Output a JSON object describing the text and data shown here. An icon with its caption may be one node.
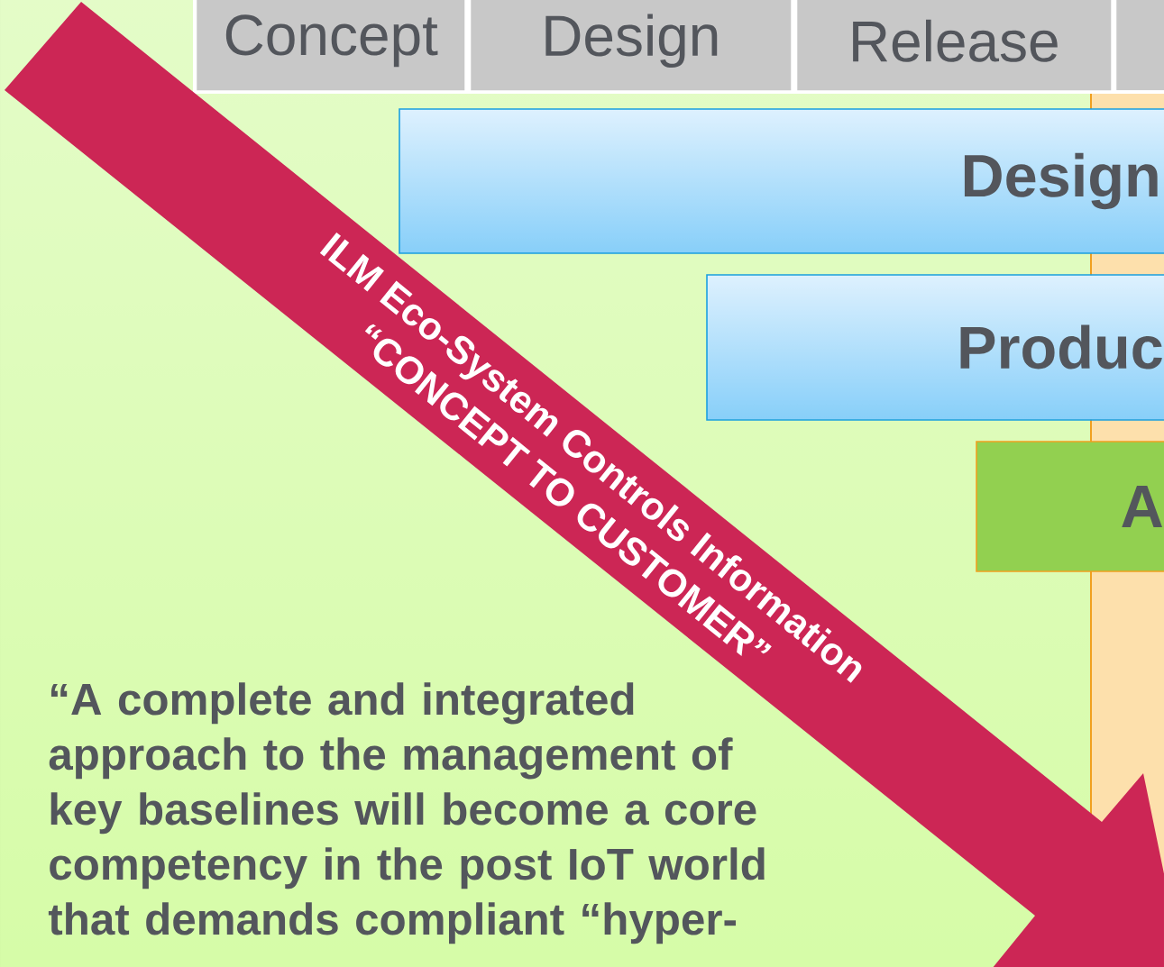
{
  "diagram": {
    "nodes": [
      {
        "text": [
          "Concept"
        ]
      },
      {
        "text": [
          "Design"
        ]
      },
      {
        "text": [
          "Release"
        ]
      },
      {
        "text": [],
        "shape": "box"
      },
      {
        "text": [
          "Design"
        ]
      },
      {
        "text": [
          "Produc"
        ]
      },
      {
        "text": [
          "A"
        ]
      },
      {
        "text": [
          "ILM Eco-System Controls Information",
          "“CONCEPT TO CUSTOMER”"
        ]
      }
    ],
    "labels": [
      "“A complete and integrated approach to the management of key baselines will become a core competency in the post IoT world that demands compliant “hyper-"
    ]
  }
}
